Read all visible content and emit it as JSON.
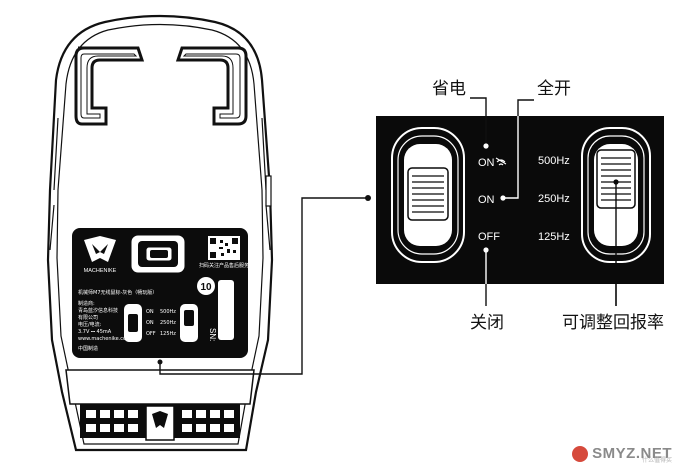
{
  "callout": {
    "label_power_save": "省电",
    "label_full_on": "全开",
    "label_off": "关闭",
    "label_dpi_switch": "可调整回报率",
    "switch_positions": [
      "ON",
      "ON",
      "OFF"
    ],
    "rates": [
      "500Hz",
      "250Hz",
      "125Hz"
    ]
  },
  "mouse_label": {
    "brand": "MACHENIKE",
    "product": "机械师M7无线鼠标-灰色（畅玩版）",
    "maker_title": "制造商:",
    "maker": "青岛蓝汐信息科技",
    "maker_2": "有限公司",
    "power": "电压/电流:",
    "power_value": "3.7V ⎓ 45mA",
    "website": "www.machenike.com",
    "origin": "中国制造",
    "qr_caption": "扫码关注产品售后服务",
    "small_rates": [
      "500Hz",
      "250Hz",
      "125Hz"
    ],
    "small_positions": [
      "ON",
      "ON",
      "OFF"
    ],
    "sn": "SN:",
    "rating_badge": "10"
  },
  "watermark": {
    "text": "SMYZ.NET",
    "sub": "什么值得买"
  }
}
